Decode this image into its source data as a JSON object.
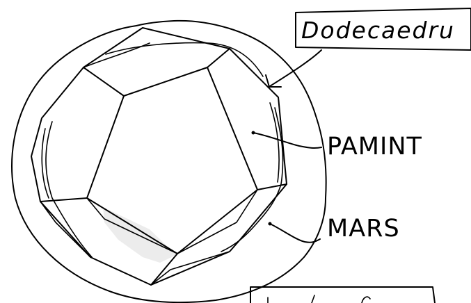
{
  "title_label": "Dodecaedru",
  "labels": {
    "pamint": "PAMINT",
    "mars": "MARS"
  },
  "colors": {
    "ink": "#000000",
    "background": "#ffffff",
    "shading": "#e9e9e9"
  }
}
